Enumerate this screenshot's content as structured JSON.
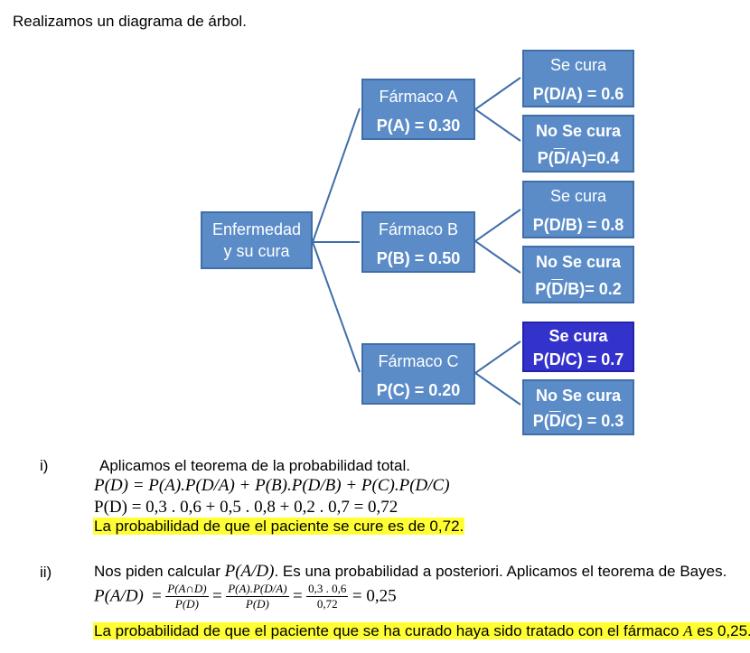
{
  "intro": "Realizamos un diagrama de árbol.",
  "tree": {
    "root": {
      "line1": "Enfermedad",
      "line2": "y su cura"
    },
    "drugs": [
      {
        "name": "Fármaco A",
        "prob": "P(A) = 0.30"
      },
      {
        "name": "Fármaco B",
        "prob": "P(B) = 0.50"
      },
      {
        "name": "Fármaco C",
        "prob": "P(C) = 0.20"
      }
    ],
    "outcomes": [
      {
        "line1": "Se cura",
        "prob": "P(D/A) = 0.6"
      },
      {
        "line1": "No Se cura",
        "prob_pre": "P(",
        "prob_bar": "D",
        "prob_post": "/A)=0.4"
      },
      {
        "line1": "Se cura",
        "prob": "P(D/B) = 0.8"
      },
      {
        "line1": "No Se cura",
        "prob_pre": "P(",
        "prob_bar": "D",
        "prob_post": "/B)= 0.2"
      },
      {
        "line1": "Se cura",
        "prob": "P(D/C) = 0.7"
      },
      {
        "line1": "No Se cura",
        "prob_pre": "P(",
        "prob_bar": "D",
        "prob_post": "/C) = 0.3"
      }
    ]
  },
  "section_i": {
    "marker": "i)",
    "heading": "Aplicamos el teorema de la probabilidad total.",
    "formula": "P(D) = P(A).P(D/A) + P(B).P(D/B) + P(C).P(D/C)",
    "computation": "P(D) = 0,3 . 0,6 + 0,5 . 0,8 + 0,2 . 0,7 = 0,72",
    "conclusion": "La probabilidad de que el paciente se cure es de 0,72."
  },
  "section_ii": {
    "marker": "ii)",
    "heading_pre": "Nos piden calcular",
    "heading_math": "P(A/D)",
    "heading_post": ". Es una probabilidad a posteriori. Aplicamos el teorema de Bayes.",
    "lhs": "P(A/D)",
    "frac1_num": "P(A∩D)",
    "frac1_den": "P(D)",
    "frac2_num": "P(A).P(D/A)",
    "frac2_den": "P(D)",
    "frac3_num": "0,3 . 0,6",
    "frac3_den": "0,72",
    "result": "= 0,25",
    "conclusion_pre": "La probabilidad de que el paciente que se ha curado haya sido tratado con el fármaco",
    "conclusion_math": "A",
    "conclusion_post": "es 0,25."
  }
}
